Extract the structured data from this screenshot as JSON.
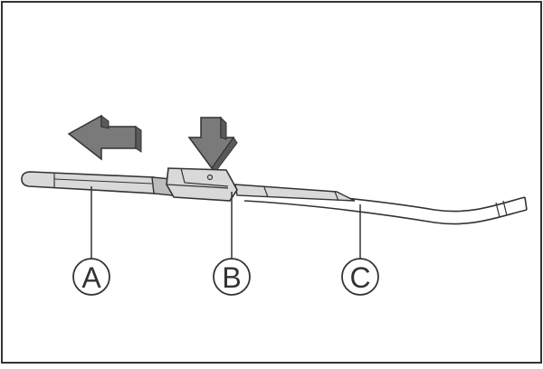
{
  "labels": {
    "a": "A",
    "b": "B",
    "c": "C"
  },
  "icons": {
    "direction": "left-arrow-icon",
    "press": "down-arrow-icon"
  },
  "colors": {
    "line": "#333333",
    "arrow_fill": "#7a7a7a",
    "part_fill": "#d9d9d9",
    "part_shade": "#bdbdbd",
    "background": "#ffffff"
  }
}
